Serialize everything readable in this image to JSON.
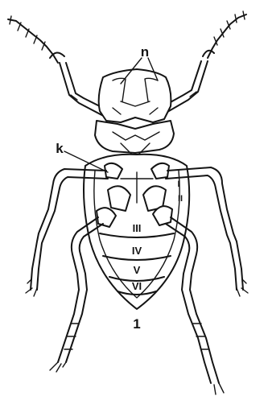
{
  "figure": {
    "number": "1",
    "labels": {
      "n": "n",
      "k": "k"
    },
    "segments": [
      "I",
      "II",
      "III",
      "IV",
      "V",
      "VI"
    ]
  },
  "colors": {
    "ink": "#141414",
    "paper": "#ffffff"
  }
}
